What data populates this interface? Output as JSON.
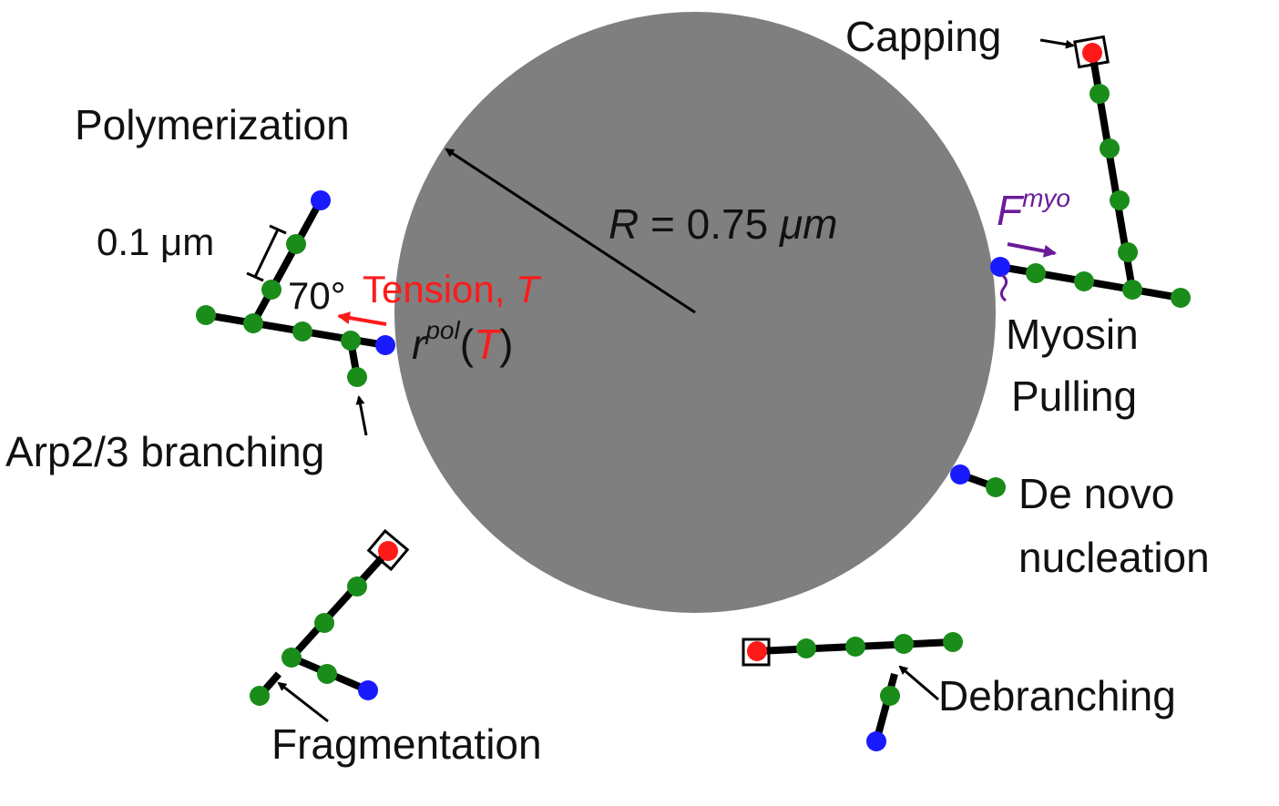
{
  "labels": {
    "capping": "Capping",
    "polymerization": "Polymerization",
    "radius_symbol": "R",
    "radius_equals": " = 0.75 ",
    "radius_unit": "μm",
    "force_symbol": "F",
    "force_superscript": "myo",
    "scale": "0.1 μm",
    "angle": "70°",
    "tension_word": "Tension, ",
    "tension_symbol": "T",
    "rate_symbol": "r",
    "rate_superscript": "pol",
    "rate_arg_open": "(",
    "rate_arg": "T",
    "rate_arg_close": ")",
    "myosin_line1": "Myosin",
    "myosin_line2": "Pulling",
    "arp23": "Arp2/3 branching",
    "denovo_line1": "De novo",
    "denovo_line2": "nucleation",
    "fragmentation": "Fragmentation",
    "debranching": "Debranching"
  },
  "colors": {
    "cell": "#7f7f7f",
    "filament": "#000000",
    "monomer": "#1a8c1a",
    "barbed_end": "#1a1aff",
    "capped_end": "#ff1a1a",
    "tension": "#ff1a1a",
    "myosin": "#6a1b9a"
  }
}
